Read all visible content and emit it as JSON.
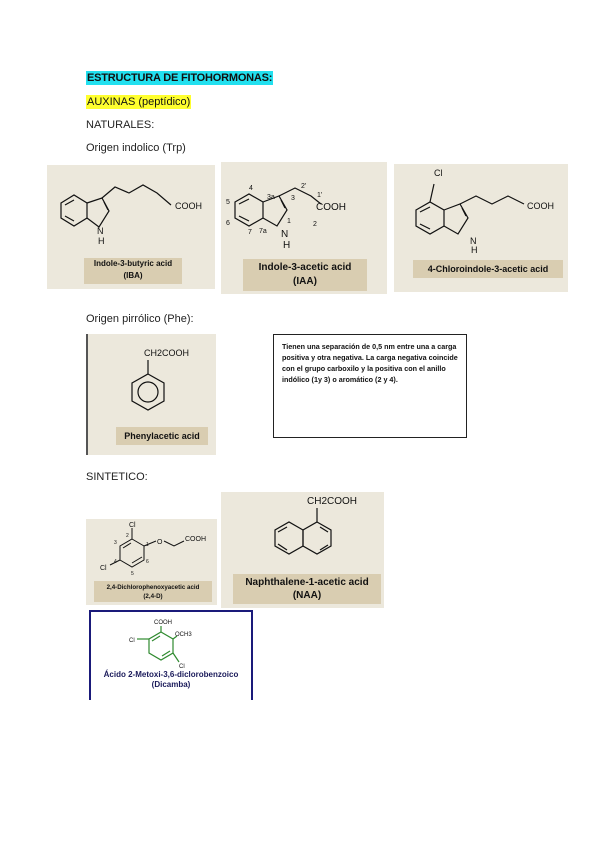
{
  "title": "ESTRUCTURA DE FITOHORMONAS:",
  "subtitle": "AUXINAS (peptídico)",
  "naturales": "NATURALES:",
  "origen_indolico": "Origen indolico (Trp)",
  "origen_pirrolico": "Origen pirrólico (Phe):",
  "sintetico": "SINTETICO:",
  "note": "Tienen una separación de 0,5  nm entre una a carga positiva y otra negativa. La carga negativa coincide con el grupo carboxilo y la positiva con el anillo indólico (1y 3) o aromático (2 y 4).",
  "iba": {
    "line1": "Indole-3-butyric acid",
    "line2": "(IBA)",
    "cooh": "COOH",
    "nh": "N",
    "h": "H"
  },
  "iaa": {
    "line1": "Indole-3-acetic acid",
    "line2": "(IAA)",
    "cooh": "COOH",
    "n": {
      "c4": "4",
      "c3a": "3a",
      "c3": "3",
      "c2p": "2'",
      "c1p": "1'",
      "c5": "5",
      "c6": "6",
      "c7a": "7a",
      "c7": "7",
      "c1": "1",
      "c2": "2"
    },
    "nh": "N",
    "h": "H"
  },
  "cl_iaa": {
    "line1": "4-Chloroindole-3-acetic acid",
    "cl": "Cl",
    "cooh": "COOH",
    "nh": "N",
    "h": "H"
  },
  "paa": {
    "line1": "Phenylacetic acid",
    "group": "CH2COOH"
  },
  "d24": {
    "line1": "2,4-Dichlorophenoxyacetic acid",
    "line2": "(2,4-D)",
    "cl_top": "Cl",
    "cl_left": "Cl",
    "o": "O",
    "cooh": "COOH",
    "n": {
      "n1": "1",
      "n2": "2",
      "n3": "3",
      "n4": "4",
      "n5": "5",
      "n6": "6"
    }
  },
  "naa": {
    "line1": "Naphthalene-1-acetic acid",
    "line2": "(NAA)",
    "group": "CH2COOH"
  },
  "dicamba": {
    "line1": "Ácido 2-Metoxi-3,6-diclorobenzoico",
    "line2": "(Dicamba)",
    "cooh": "COOH",
    "och3": "OCH3",
    "cl_left": "Cl",
    "cl_right": "Cl"
  }
}
